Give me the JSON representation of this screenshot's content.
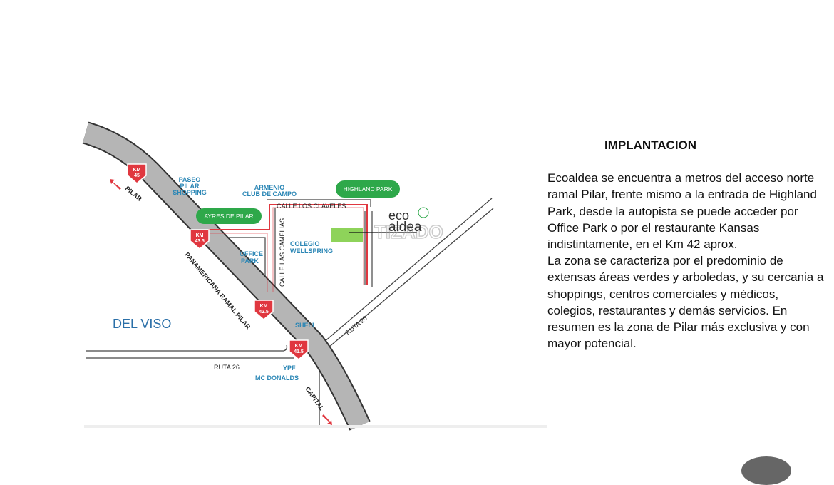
{
  "map": {
    "km_signs": [
      {
        "label": "KM",
        "km": "45"
      },
      {
        "label": "KM",
        "km": "43.5"
      },
      {
        "label": "KM",
        "km": "42.5"
      },
      {
        "label": "KM",
        "km": "41.5"
      }
    ],
    "labels": {
      "pilar": "PILAR",
      "capital": "CAPITAL",
      "paseo_1": "PASEO",
      "paseo_2": "PILAR",
      "paseo_3": "SHOPPING",
      "armenio_1": "ARMENIO",
      "armenio_2": "CLUB DE CAMPO",
      "highland": "HIGHLAND PARK",
      "ayres": "AYRES DE PILAR",
      "claveles": "CALLE LOS CLAVELES",
      "camelias": "CALLE LAS CAMELIAS",
      "colegio_1": "COLEGIO",
      "colegio_2": "WELLSPRING",
      "office_1": "OFFICE",
      "office_2": "PARK",
      "panamericana": "PANAMERICANA RAMAL PILAR",
      "del_viso": "DEL VISO",
      "shell": "SHELL",
      "ruta26_a": "RUTA 26",
      "ruta26_b": "RUTA 26",
      "ypf": "YPF",
      "mcdonalds": "MC DONALDS"
    },
    "logo": {
      "line1": "eco",
      "line2": "aldea"
    },
    "watermark": "TIZADO",
    "colors": {
      "route": "#e0373f",
      "green": "#2ea84a",
      "lot": "#8ed35a",
      "road": "#b5b5b5",
      "label": "#2a86b5"
    }
  },
  "description": {
    "title": "IMPLANTACION",
    "paragraph": "Ecoaldea se encuentra a metros del acceso norte ramal Pilar, frente mismo a la entrada de Highland Park, desde la autopista se puede acceder por Office Park o por el restaurante Kansas indistintamente, en el Km 42 aprox.",
    "paragraph2": "La zona se caracteriza por el predominio de extensas áreas verdes y arboledas, y su cercania a shoppings, centros comerciales y médicos, colegios, restaurantes y demás servicios. En resumen es la zona de Pilar más exclusiva y con mayor potencial."
  }
}
